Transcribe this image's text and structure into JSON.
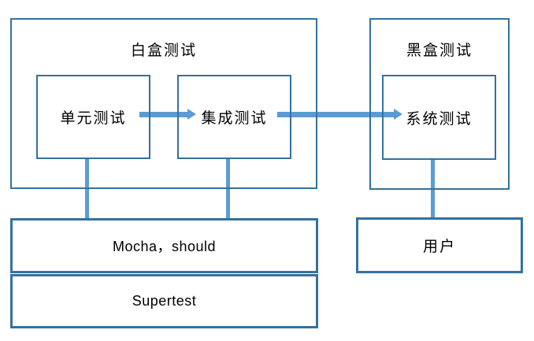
{
  "diagram_type": "software-testing-levels-flowchart",
  "colors": {
    "box_border": "#34719F",
    "connector_blue": "#5B9BD5",
    "background": "#FFFFFF",
    "text": "#000000"
  },
  "groups": {
    "white_box": {
      "label": "白盒测试"
    },
    "black_box": {
      "label": "黑盒测试"
    }
  },
  "nodes": {
    "unit": {
      "label": "单元测试"
    },
    "integration": {
      "label": "集成测试"
    },
    "system": {
      "label": "系统测试"
    },
    "mocha": {
      "label": "Mocha，should"
    },
    "supertest": {
      "label": "Supertest"
    },
    "user": {
      "label": "用户"
    }
  },
  "edges": [
    {
      "from": "单元测试",
      "to": "集成测试",
      "type": "arrow"
    },
    {
      "from": "集成测试",
      "to": "系统测试",
      "type": "arrow"
    },
    {
      "from": "单元测试",
      "to": "Mocha，should",
      "type": "line"
    },
    {
      "from": "集成测试",
      "to": "Mocha，should",
      "type": "line"
    },
    {
      "from": "系统测试",
      "to": "用户",
      "type": "line"
    }
  ]
}
